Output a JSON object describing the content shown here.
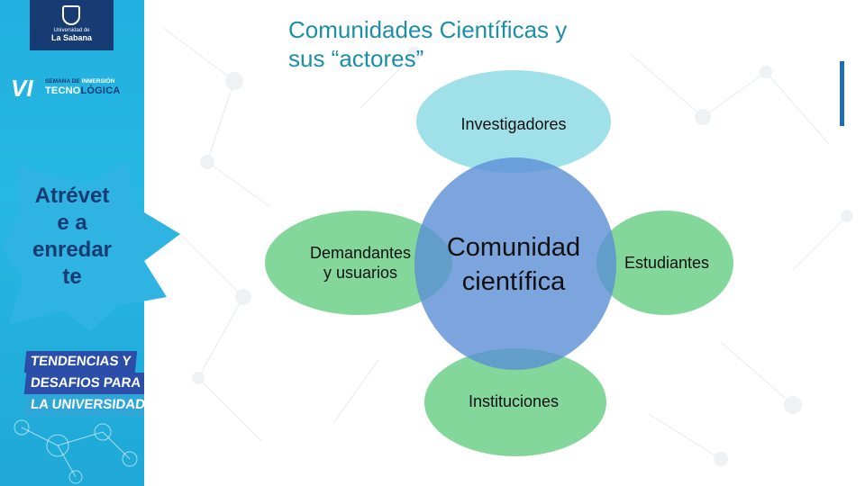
{
  "slide": {
    "title_line1": "Comunidades Científicas y",
    "title_line2": "sus “actores”"
  },
  "sidebar": {
    "logo_line1": "Universidad de",
    "logo_line2": "La Sabana",
    "event_number": "VI",
    "event_line1_a": "SEMANA DE ",
    "event_line1_b": "INMERSIÓN",
    "event_line2_a": "TECNO",
    "event_line2_b": "LÓGICA",
    "badge_line1": "Atrévet",
    "badge_line2": "e a",
    "badge_line3": "enredar",
    "badge_line4": "te",
    "banner1": "TENDENCIAS Y",
    "banner2": "DESAFIOS PARA",
    "banner3": "LA UNIVERSIDAD",
    "brand_colors": {
      "sidebar_blue": "#21b0df",
      "navy": "#173c73",
      "badge_blue": "#2fb3e2"
    }
  },
  "diagram": {
    "center_line1": "Comunidad",
    "center_line2": "científica",
    "top": "Investigadores",
    "left_line1": "Demandantes",
    "left_line2": "y usuarios",
    "right": "Estudiantes",
    "bottom": "Instituciones",
    "colors": {
      "center": "#5b8fd6",
      "satellites": "#6fd08a",
      "top_tint": "#8fdbe4"
    }
  }
}
